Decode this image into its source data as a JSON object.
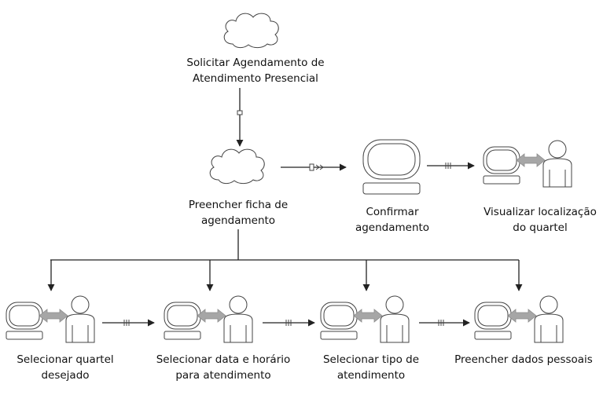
{
  "nodes": {
    "solicitar": {
      "line1": "Solicitar Agendamento de",
      "line2": "Atendimento Presencial",
      "icon": "cloud-icon"
    },
    "preencher_ficha": {
      "line1": "Preencher ficha de",
      "line2": "agendamento",
      "icon": "cloud-icon"
    },
    "confirmar": {
      "line1": "Confirmar",
      "line2": "agendamento",
      "icon": "monitor-icon"
    },
    "visualizar": {
      "line1": "Visualizar localização",
      "line2": "do quartel",
      "icon": "user-computer-icon"
    },
    "selecionar_quartel": {
      "line1": "Selecionar quartel",
      "line2": "desejado",
      "icon": "user-computer-icon"
    },
    "selecionar_data": {
      "line1": "Selecionar data e horário",
      "line2": "para atendimento",
      "icon": "user-computer-icon"
    },
    "selecionar_tipo": {
      "line1": "Selecionar tipo de",
      "line2": "atendimento",
      "icon": "user-computer-icon"
    },
    "preencher_dados": {
      "line1": "Preencher dados pessoais",
      "line2": "",
      "icon": "user-computer-icon"
    }
  },
  "colors": {
    "stroke": "#444444",
    "arrow": "#222222",
    "exchange_arrow": "#a6a6a6",
    "text": "#111111"
  }
}
